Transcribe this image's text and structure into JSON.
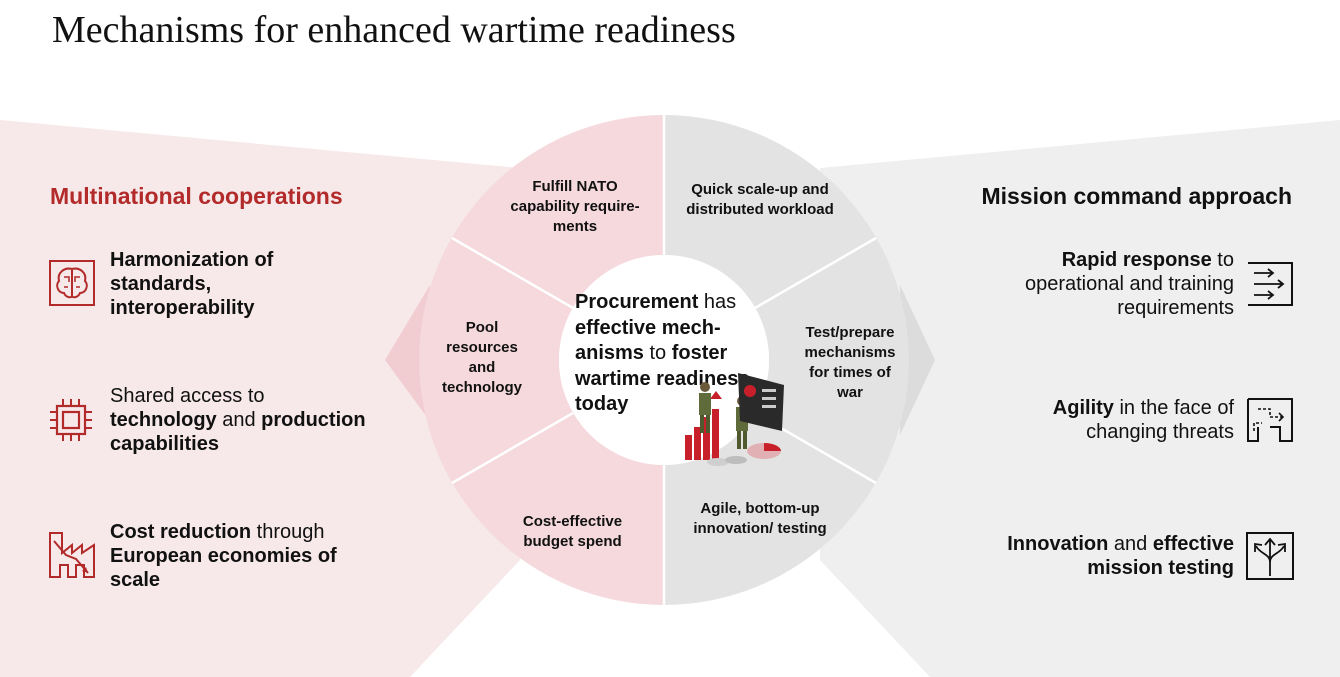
{
  "title": "Mechanisms for enhanced wartime readiness",
  "left": {
    "heading": "Multinational cooperations",
    "items": [
      {
        "icon": "brain-circuit-icon",
        "parts": [
          {
            "t": "Harmonization of standards, interoperability",
            "b": true
          }
        ]
      },
      {
        "icon": "chip-icon",
        "parts": [
          {
            "t": "Shared access to ",
            "b": false
          },
          {
            "t": "technology",
            "b": true
          },
          {
            "t": " and ",
            "b": false
          },
          {
            "t": "production capabilities",
            "b": true
          }
        ]
      },
      {
        "icon": "factory-decline-icon",
        "parts": [
          {
            "t": "Cost reduction",
            "b": true
          },
          {
            "t": " through ",
            "b": false
          },
          {
            "t": "European economies of scale",
            "b": true
          }
        ]
      }
    ]
  },
  "right": {
    "heading": "Mission command approach",
    "items": [
      {
        "icon": "fast-forward-arrows-icon",
        "parts": [
          {
            "t": "Rapid response",
            "b": true
          },
          {
            "t": " to operational and training requirements",
            "b": false
          }
        ]
      },
      {
        "icon": "maze-path-icon",
        "parts": [
          {
            "t": "Agility",
            "b": true
          },
          {
            "t": " in the face of changing threats",
            "b": false
          }
        ]
      },
      {
        "icon": "diverging-arrows-icon",
        "parts": [
          {
            "t": "Innovation",
            "b": true
          },
          {
            "t": " and ",
            "b": false
          },
          {
            "t": "effective mission testing",
            "b": true
          }
        ]
      }
    ]
  },
  "segments": {
    "top_left": "Fulfill NATO capability require-ments",
    "left": "Pool resources and technology",
    "bottom_left": "Cost-effective budget spend",
    "top_right": "Quick scale-up and distributed workload",
    "right": "Test/prepare mechanisms for times of war",
    "bottom_right": "Agile, bottom-up innovation/ testing"
  },
  "center": {
    "parts": [
      {
        "t": "Procurement",
        "b": true
      },
      {
        "t": " has ",
        "b": false
      },
      {
        "t": "effective mech-anisms",
        "b": true
      },
      {
        "t": " to ",
        "b": false
      },
      {
        "t": "foster wartime readiness today",
        "b": true
      }
    ]
  },
  "colors": {
    "accent": "#b22a2a",
    "left_panel": "#f7e8e9",
    "right_panel": "#efefef",
    "left_ring": "#f5d9dc",
    "right_ring": "#e3e3e3",
    "left_chevron": "#f1cdd1",
    "right_chevron": "#dcdcdc"
  }
}
